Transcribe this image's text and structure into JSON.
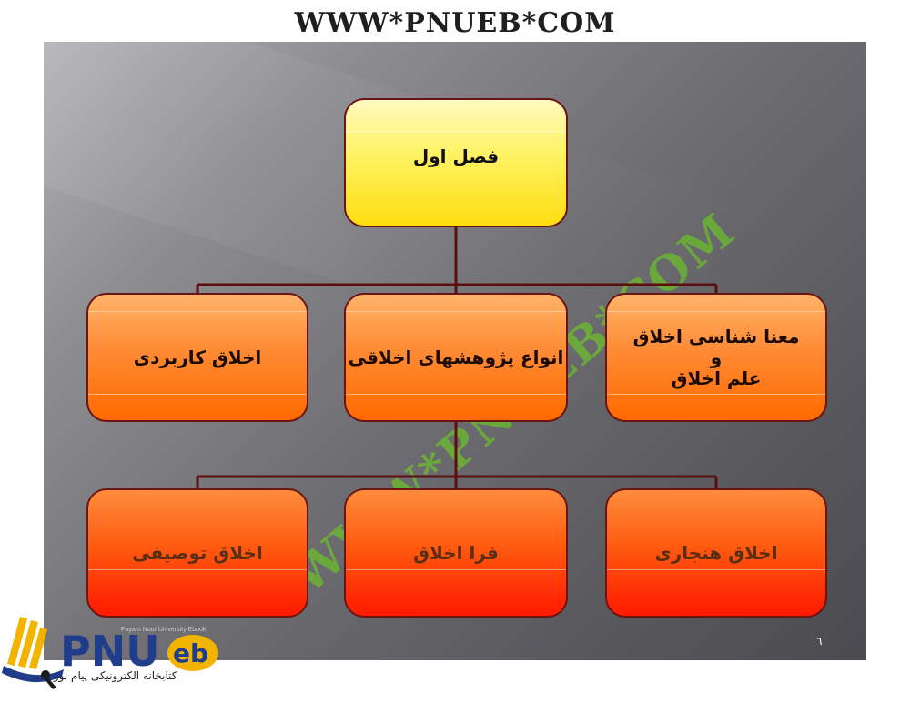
{
  "header": {
    "site": "WWW*PNUEB*COM"
  },
  "watermark": {
    "text": "WWW*PNUEB*COM"
  },
  "diagram": {
    "root": {
      "label": "فصل اول"
    },
    "level2": [
      {
        "label": "اخلاق کاربردی"
      },
      {
        "label": "انواع پژوهشهای اخلاقی"
      },
      {
        "line1": "معنا شناسی اخلاق",
        "line2": "و",
        "line3": "علم اخلاق"
      }
    ],
    "level3": [
      {
        "label": "اخلاق توصیفی"
      },
      {
        "label": "فرا اخلاق"
      },
      {
        "label": "اخلاق هنجاری"
      }
    ]
  },
  "footer": {
    "page_number": "٦",
    "university": "Payam Noor University Ebook",
    "logo_text": "PNUeb",
    "logo_subtitle": "کتابخانه الکترونیکی پیام نور ....."
  },
  "colors": {
    "root_fill": "#ffe94a",
    "mid_fill": "#ff8a34",
    "bottom_fill": "#ff4a10",
    "border": "#6b1414",
    "watermark": "#6edc14",
    "logo_yellow": "#f2b400",
    "logo_blue": "#1f3d8a"
  }
}
